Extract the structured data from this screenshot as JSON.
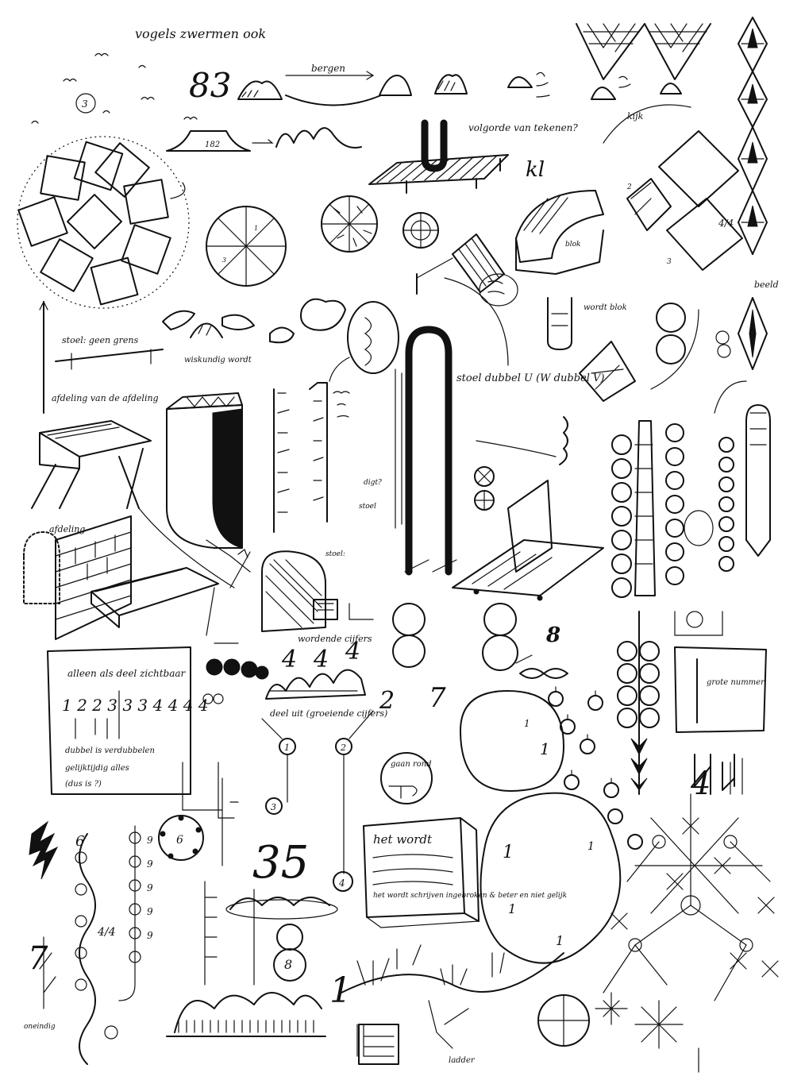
{
  "notes": {
    "top_title": "vogels zwermen ook",
    "num_83": "83",
    "circle_3": "3",
    "bergen_label": "bergen",
    "num_182": "182",
    "volgorde": "volgorde van tekenen?",
    "stoel_label": "stoel",
    "kijk_top": "kijk",
    "beeld_rechts": "beeld",
    "num_44": "4/4",
    "wordt_blok": "wordt blok",
    "stoel_dubbel_u": "stoel dubbel U (W dubbel V)",
    "stoel_geen": "stoel: geen grens",
    "afdeling": "afdeling",
    "afdeling_van": "afdeling van de afdeling",
    "wiskundig": "wiskundig wordt",
    "digit4": "4",
    "digit8": "8",
    "wordt_cijfers": "wordende cijfers",
    "alleen": "alleen als deel zichtbaar",
    "seq": "1 2 2 3 3 3 4 4 4 4",
    "deel_uit": "deel uit (groeiende cijfers)",
    "digit2": "2",
    "digit7": "7",
    "circle_1": "1",
    "circle_2": "2",
    "circle_4": "4",
    "num_35": "35",
    "gaan_rond": "gaan rond",
    "het_wordt": "het wordt schrijven ingebroken & beter en niet gelijk",
    "grote_nummer": "grote nummer",
    "fraction_44": "4/4",
    "digit9": "9",
    "digit6": "6",
    "digit1": "1",
    "ladder": "ladder"
  }
}
